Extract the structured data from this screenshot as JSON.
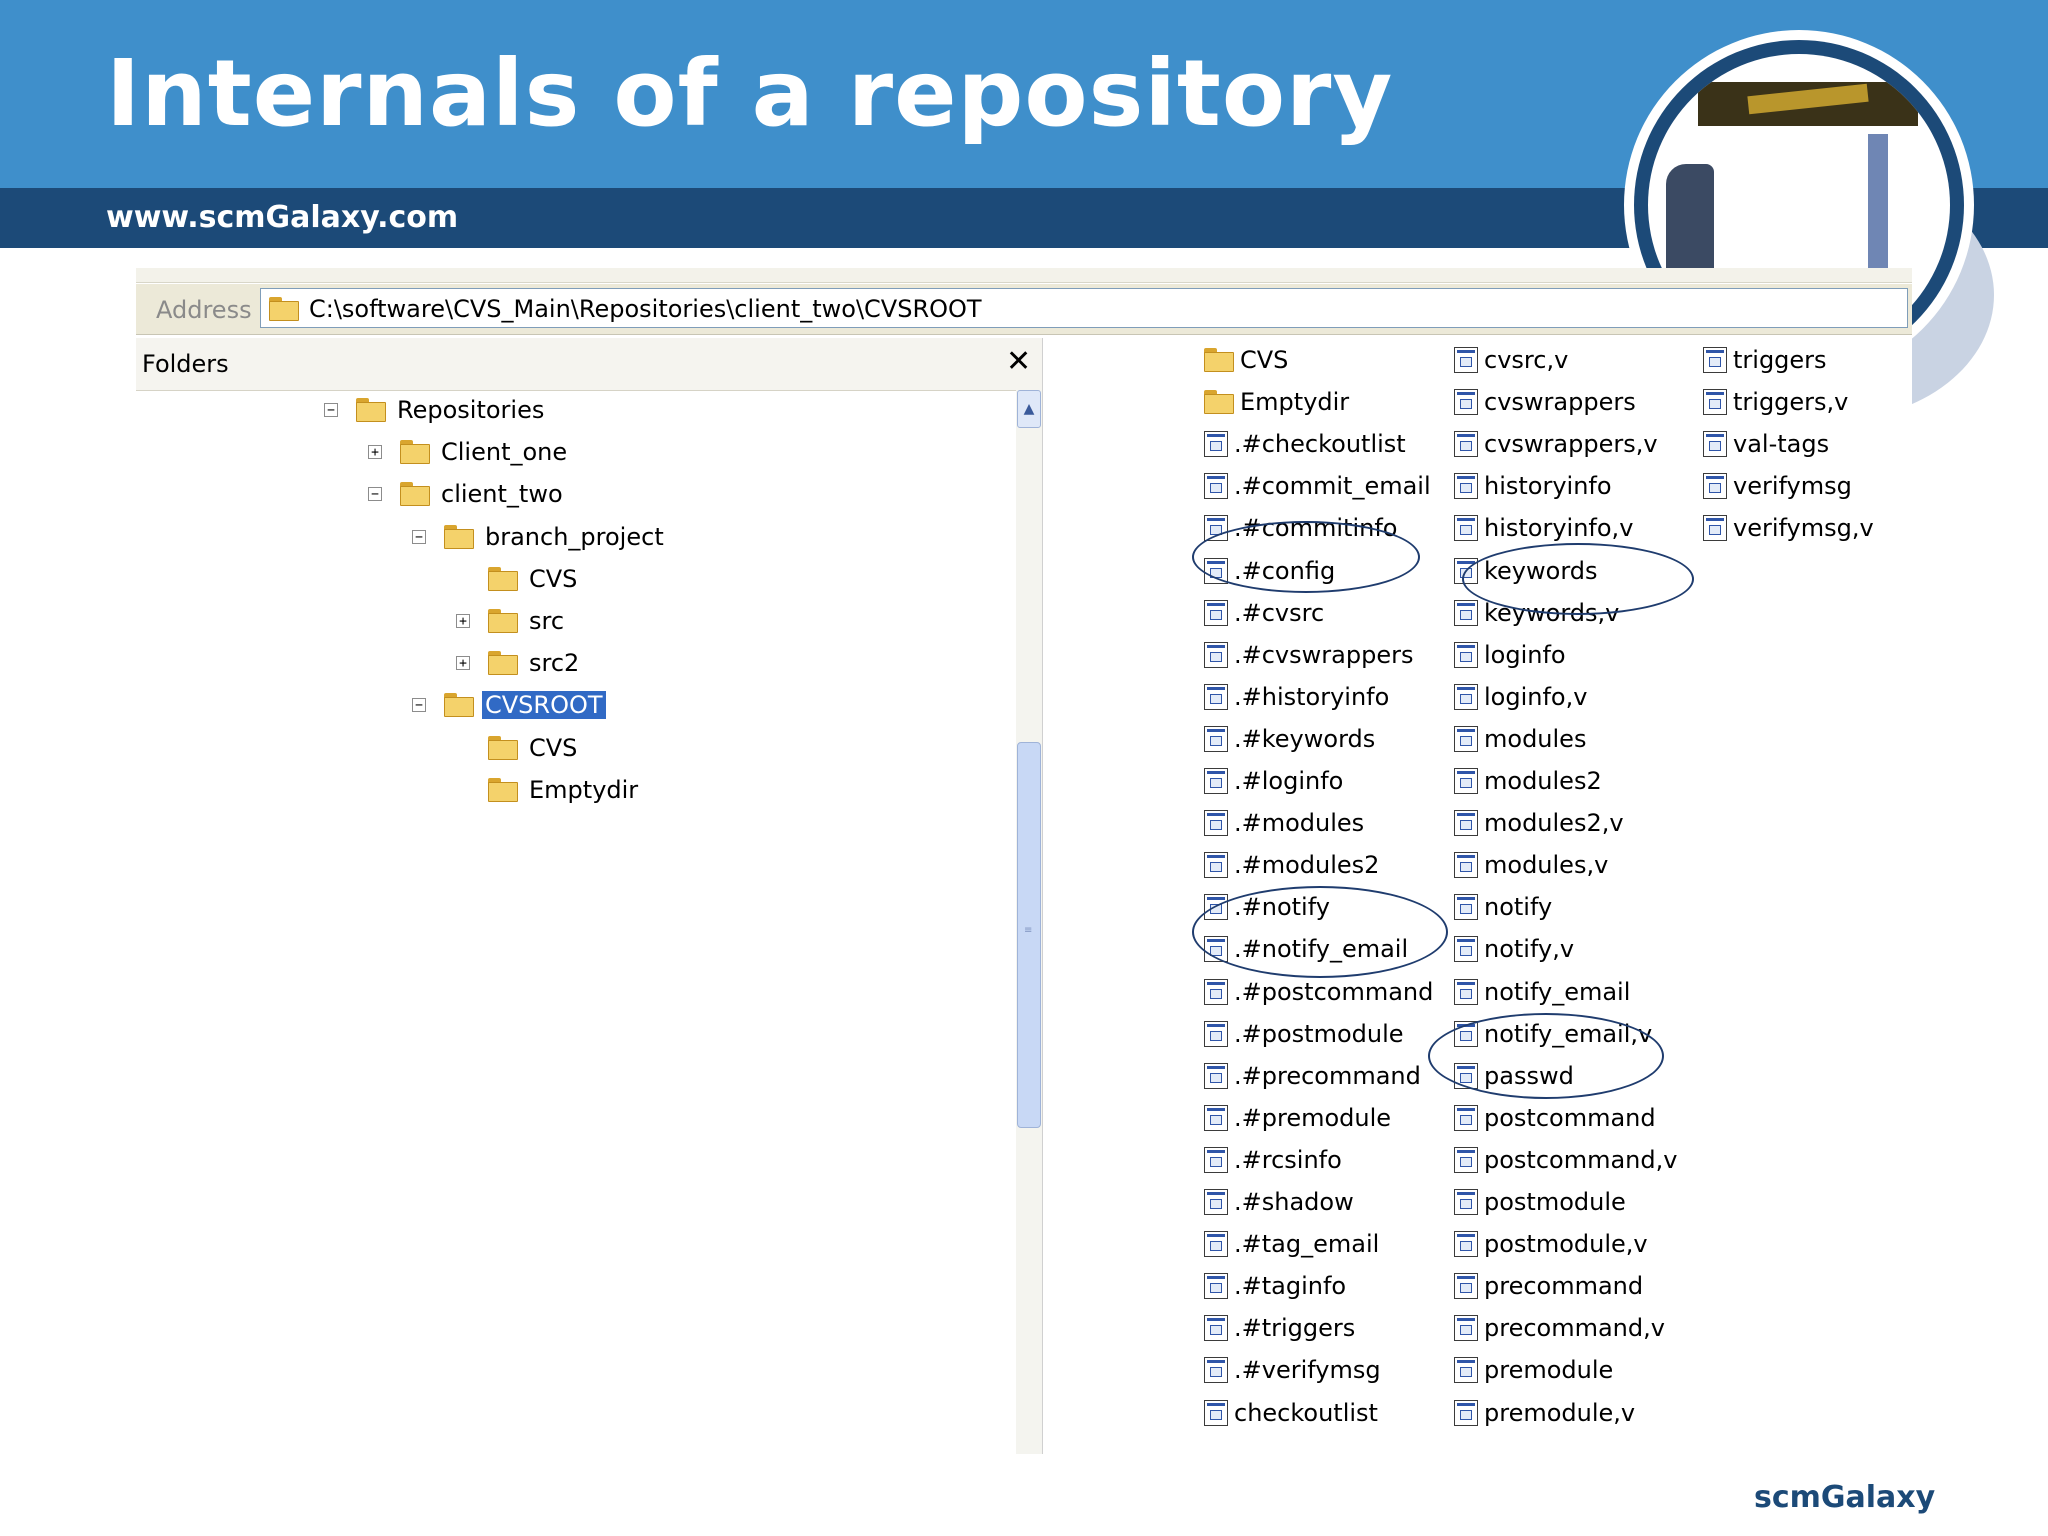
{
  "slide": {
    "title": "Internals of a repository",
    "url": "www.scmGalaxy.com",
    "footer_brand": "scmGalaxy"
  },
  "address_bar": {
    "label": "Address",
    "path": "C:\\software\\CVS_Main\\Repositories\\client_two\\CVSROOT"
  },
  "folders_pane": {
    "title": "Folders",
    "close_glyph": "✕",
    "tree": [
      {
        "label": "Repositories",
        "toggle": "−"
      },
      {
        "label": "Client_one",
        "toggle": "+"
      },
      {
        "label": "client_two",
        "toggle": "−"
      },
      {
        "label": "branch_project",
        "toggle": "−"
      },
      {
        "label": "CVS",
        "toggle": ""
      },
      {
        "label": "src",
        "toggle": "+"
      },
      {
        "label": "src2",
        "toggle": "+"
      },
      {
        "label": "CVSROOT",
        "toggle": "−",
        "selected": true
      },
      {
        "label": "CVS",
        "toggle": ""
      },
      {
        "label": "Emptydir",
        "toggle": ""
      }
    ]
  },
  "files": {
    "column1": [
      {
        "name": "CVS",
        "type": "folder"
      },
      {
        "name": "Emptydir",
        "type": "folder"
      },
      {
        "name": ".#checkoutlist",
        "type": "file"
      },
      {
        "name": ".#commit_email",
        "type": "file"
      },
      {
        "name": ".#commitinfo",
        "type": "file"
      },
      {
        "name": ".#config",
        "type": "file"
      },
      {
        "name": ".#cvsrc",
        "type": "file"
      },
      {
        "name": ".#cvswrappers",
        "type": "file"
      },
      {
        "name": ".#historyinfo",
        "type": "file"
      },
      {
        "name": ".#keywords",
        "type": "file"
      },
      {
        "name": ".#loginfo",
        "type": "file"
      },
      {
        "name": ".#modules",
        "type": "file"
      },
      {
        "name": ".#modules2",
        "type": "file"
      },
      {
        "name": ".#notify",
        "type": "file"
      },
      {
        "name": ".#notify_email",
        "type": "file"
      },
      {
        "name": ".#postcommand",
        "type": "file"
      },
      {
        "name": ".#postmodule",
        "type": "file"
      },
      {
        "name": ".#precommand",
        "type": "file"
      },
      {
        "name": ".#premodule",
        "type": "file"
      },
      {
        "name": ".#rcsinfo",
        "type": "file"
      },
      {
        "name": ".#shadow",
        "type": "file"
      },
      {
        "name": ".#tag_email",
        "type": "file"
      },
      {
        "name": ".#taginfo",
        "type": "file"
      },
      {
        "name": ".#triggers",
        "type": "file"
      },
      {
        "name": ".#verifymsg",
        "type": "file"
      },
      {
        "name": "checkoutlist",
        "type": "file"
      }
    ],
    "column2": [
      {
        "name": "cvsrc,v",
        "type": "file"
      },
      {
        "name": "cvswrappers",
        "type": "file"
      },
      {
        "name": "cvswrappers,v",
        "type": "file"
      },
      {
        "name": "historyinfo",
        "type": "file"
      },
      {
        "name": "historyinfo,v",
        "type": "file"
      },
      {
        "name": "keywords",
        "type": "file"
      },
      {
        "name": "keywords,v",
        "type": "file"
      },
      {
        "name": "loginfo",
        "type": "file"
      },
      {
        "name": "loginfo,v",
        "type": "file"
      },
      {
        "name": "modules",
        "type": "file"
      },
      {
        "name": "modules2",
        "type": "file"
      },
      {
        "name": "modules2,v",
        "type": "file"
      },
      {
        "name": "modules,v",
        "type": "file"
      },
      {
        "name": "notify",
        "type": "file"
      },
      {
        "name": "notify,v",
        "type": "file"
      },
      {
        "name": "notify_email",
        "type": "file"
      },
      {
        "name": "notify_email,v",
        "type": "file"
      },
      {
        "name": "passwd",
        "type": "file"
      },
      {
        "name": "postcommand",
        "type": "file"
      },
      {
        "name": "postcommand,v",
        "type": "file"
      },
      {
        "name": "postmodule",
        "type": "file"
      },
      {
        "name": "postmodule,v",
        "type": "file"
      },
      {
        "name": "precommand",
        "type": "file"
      },
      {
        "name": "precommand,v",
        "type": "file"
      },
      {
        "name": "premodule",
        "type": "file"
      },
      {
        "name": "premodule,v",
        "type": "file"
      }
    ],
    "column3": [
      {
        "name": "triggers",
        "type": "file"
      },
      {
        "name": "triggers,v",
        "type": "file"
      },
      {
        "name": "val-tags",
        "type": "file"
      },
      {
        "name": "verifymsg",
        "type": "file"
      },
      {
        "name": "verifymsg,v",
        "type": "file"
      }
    ]
  }
}
